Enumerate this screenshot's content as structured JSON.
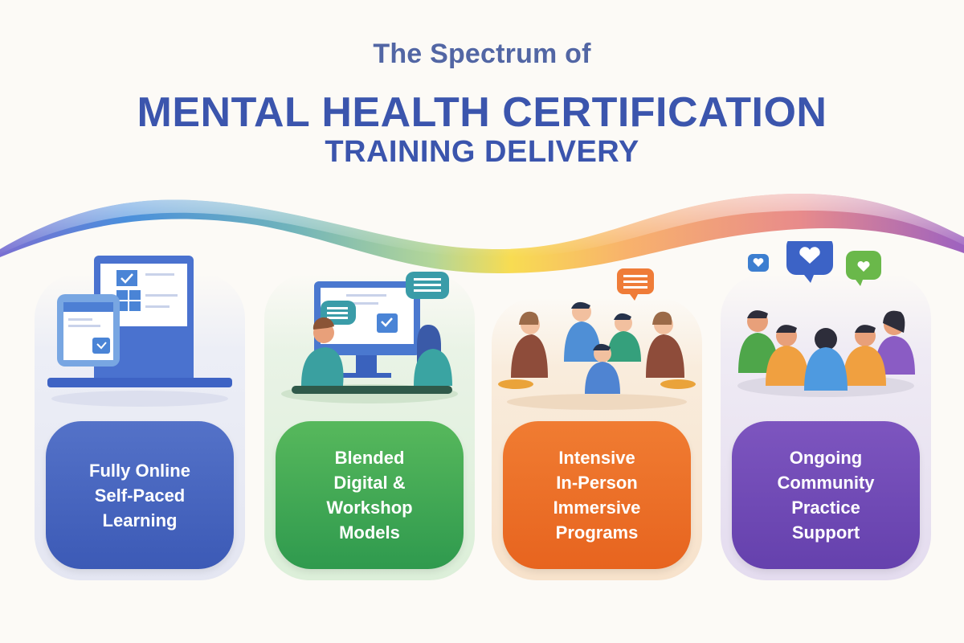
{
  "header": {
    "kicker": "The Spectrum of",
    "title": "MENTAL HEALTH CERTIFICATION",
    "subtitle": "TRAINING DELIVERY"
  },
  "spectrum_wave": {
    "colors": [
      "#6f6fd0",
      "#4a90dc",
      "#5fb3b8",
      "#a9d49a",
      "#f7de58",
      "#f8b06a",
      "#e88c8c",
      "#a066c0"
    ]
  },
  "cards": [
    {
      "id": "fully-online",
      "lines": [
        "Fully Online",
        "Self-Paced",
        "Learning"
      ],
      "illustration": "laptop-tablet-checklist",
      "accent": "#3f5db8"
    },
    {
      "id": "blended",
      "lines": [
        "Blended",
        "Digital &",
        "Workshop",
        "Models"
      ],
      "illustration": "monitor-two-people-chat",
      "accent": "#3aa14f"
    },
    {
      "id": "in-person",
      "lines": [
        "Intensive",
        "In-Person",
        "Immersive",
        "Programs"
      ],
      "illustration": "group-circle-seated",
      "accent": "#eb6d25"
    },
    {
      "id": "community",
      "lines": [
        "Ongoing",
        "Community",
        "Practice",
        "Support"
      ],
      "illustration": "community-circle-hearts",
      "accent": "#6c48b3"
    }
  ]
}
